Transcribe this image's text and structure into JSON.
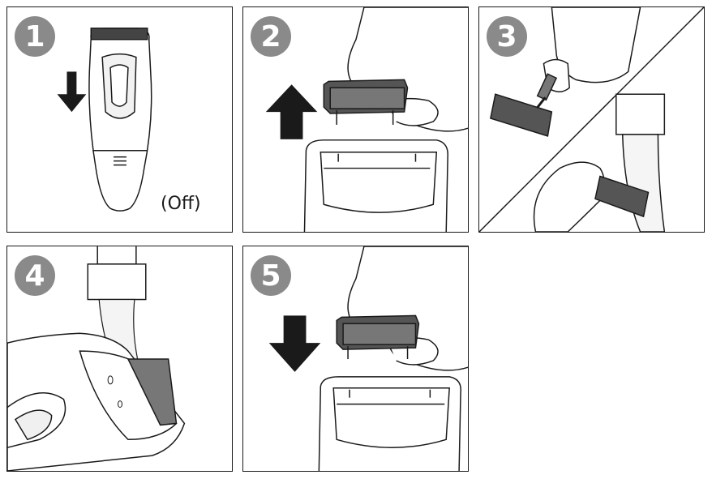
{
  "colors": {
    "badge": "#8a8a8a",
    "stroke": "#1a1a1a",
    "dark_part": "#555555",
    "arrow": "#1a1a1a"
  },
  "steps": [
    {
      "number": "1",
      "label": "(Off)"
    },
    {
      "number": "2"
    },
    {
      "number": "3"
    },
    {
      "number": "4"
    },
    {
      "number": "5"
    }
  ]
}
